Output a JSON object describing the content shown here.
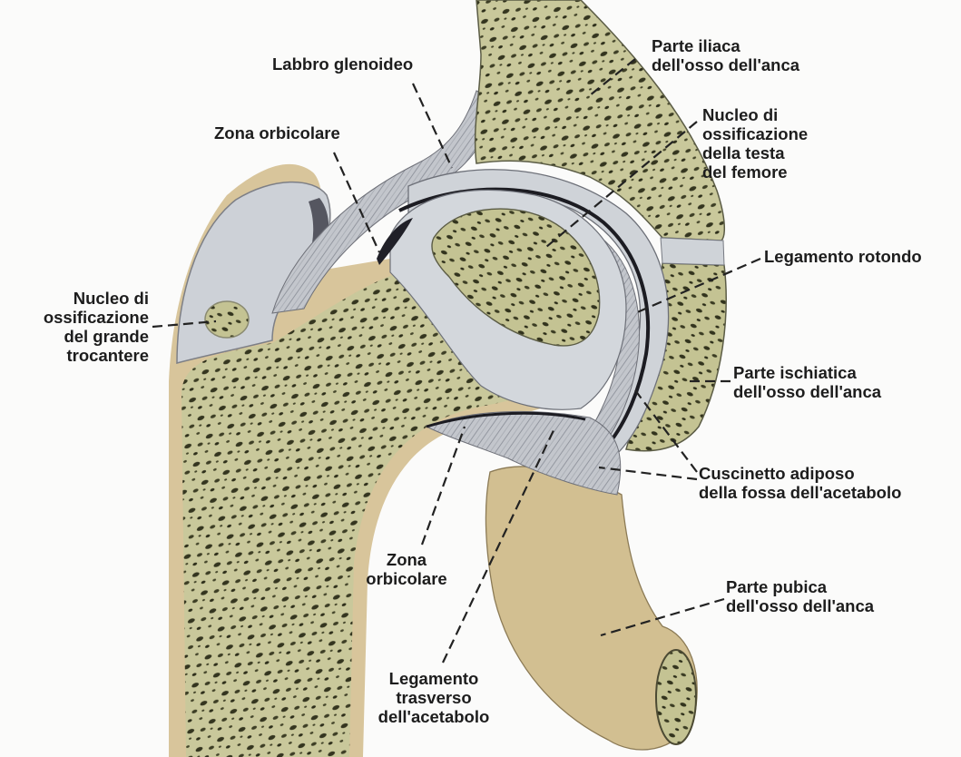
{
  "labels": {
    "labbro_glenoideo": [
      "Labbro glenoideo"
    ],
    "zona_orbicolare_top": [
      "Zona orbicolare"
    ],
    "nucleo_grande_trocantere": [
      "Nucleo di",
      "ossificazione",
      "del grande",
      "trocantere"
    ],
    "parte_iliaca": [
      "Parte iliaca",
      "dell'osso dell'anca"
    ],
    "nucleo_testa_femore": [
      "Nucleo di",
      "ossificazione",
      "della testa",
      "del femore"
    ],
    "legamento_rotondo": [
      "Legamento rotondo"
    ],
    "parte_ischiatica": [
      "Parte ischiatica",
      "dell'osso dell'anca"
    ],
    "cuscinetto_adiposo": [
      "Cuscinetto adiposo",
      "della fossa dell'acetabolo"
    ],
    "parte_pubica": [
      "Parte pubica",
      "dell'osso dell'anca"
    ],
    "zona_orbicolare_bottom": [
      "Zona",
      "orbicolare"
    ],
    "legamento_trasverso": [
      "Legamento",
      "trasverso",
      "dell'acetabolo"
    ]
  },
  "colors": {
    "bone_spongy": "#c7c69a",
    "bone_pores": "#33341e",
    "cortex": "#d6c39a",
    "cartilage": "#cfd3d8",
    "capsule_ligament": "#b9bcc3",
    "joint_line": "#1c1c22"
  }
}
